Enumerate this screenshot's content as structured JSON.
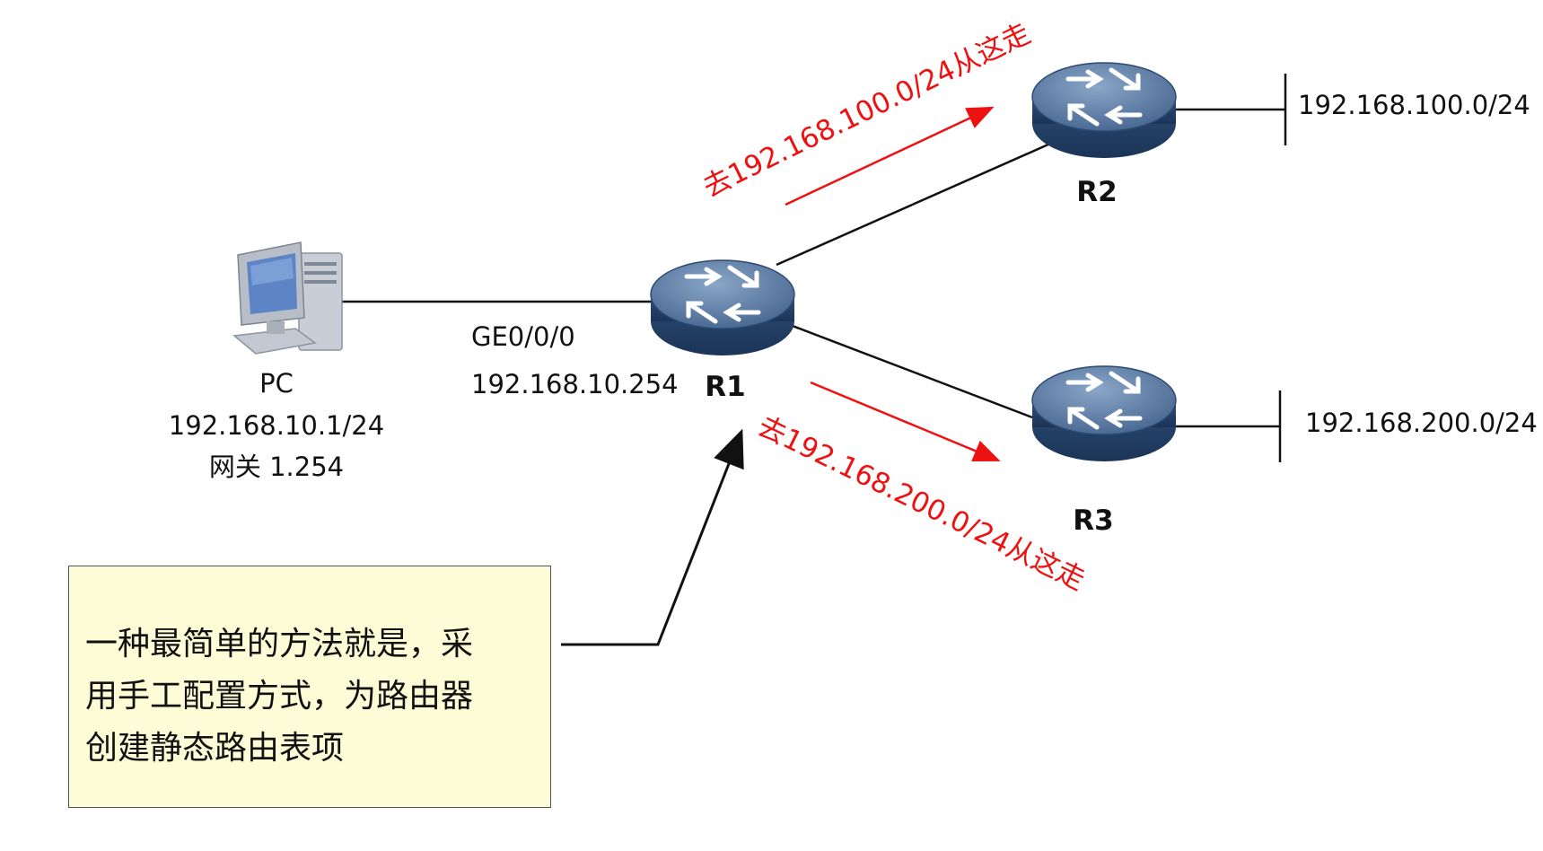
{
  "diagram": {
    "pc": {
      "label": "PC",
      "ip": "192.168.10.1/24",
      "gateway": "网关 1.254"
    },
    "r1": {
      "label": "R1",
      "interface": "GE0/0/0",
      "interface_ip": "192.168.10.254"
    },
    "r2": {
      "label": "R2",
      "network": "192.168.100.0/24",
      "route_hint": "去192.168.100.0/24从这走"
    },
    "r3": {
      "label": "R3",
      "network": "192.168.200.0/24",
      "route_hint": "去192.168.200.0/24从这走"
    },
    "note": {
      "lines": [
        "一种最简单的方法就是，采",
        "用手工配置方式，为路由器",
        "创建静态路由表项"
      ]
    },
    "colors": {
      "router_body": "#3a5f8c",
      "router_top": "#6f8fb4",
      "hint_red": "#ee1111",
      "note_bg": "#fcfcd6"
    }
  }
}
